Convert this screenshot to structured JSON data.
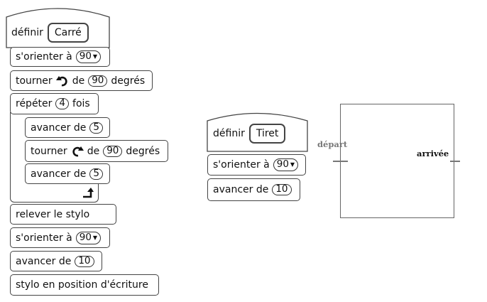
{
  "script_carre": {
    "define_label": "définir",
    "name": "Carré",
    "orient1": {
      "text": "s'orienter à",
      "value": "90"
    },
    "turn1": {
      "text1": "tourner",
      "text2": "de",
      "value": "90",
      "text3": "degrés",
      "icon": "rotate-ccw-icon"
    },
    "repeat": {
      "text1": "répéter",
      "value": "4",
      "text2": "fois"
    },
    "move1": {
      "text": "avancer de",
      "value": "5"
    },
    "turn2": {
      "text1": "tourner",
      "text2": "de",
      "value": "90",
      "text3": "degrés",
      "icon": "rotate-cw-icon"
    },
    "move2": {
      "text": "avancer de",
      "value": "5"
    },
    "pen_up": "relever le stylo",
    "orient2": {
      "text": "s'orienter à",
      "value": "90"
    },
    "move3": {
      "text": "avancer de",
      "value": "10"
    },
    "pen_down": "stylo en position d'écriture"
  },
  "script_tiret": {
    "define_label": "définir",
    "name": "Tiret",
    "orient": {
      "text": "s'orienter à",
      "value": "90"
    },
    "move": {
      "text": "avancer de",
      "value": "10"
    }
  },
  "figure": {
    "start_label": "départ",
    "end_label": "arrivée"
  }
}
